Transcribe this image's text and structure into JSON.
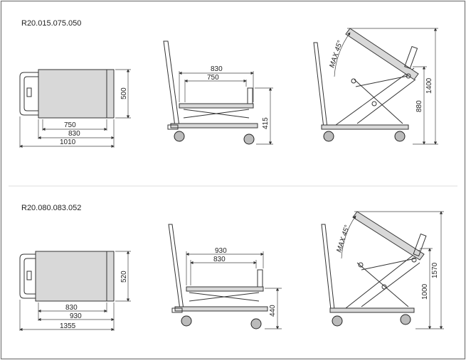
{
  "models": [
    {
      "code": "R20.015.075.050",
      "top": {
        "inner_length": "750",
        "mid_length": "830",
        "overall_length": "1010",
        "width": "500"
      },
      "side": {
        "platform_outer": "830",
        "platform_inner": "750",
        "min_height": "415"
      },
      "tilt": {
        "angle_label": "MAX 45°",
        "max_height": "1400",
        "tilt_height": "880"
      }
    },
    {
      "code": "R20.080.083.052",
      "top": {
        "inner_length": "830",
        "mid_length": "930",
        "overall_length": "1355",
        "width": "520"
      },
      "side": {
        "platform_outer": "930",
        "platform_inner": "830",
        "min_height": "440"
      },
      "tilt": {
        "angle_label": "MAX 45°",
        "max_height": "1570",
        "tilt_height": "1000"
      }
    }
  ]
}
